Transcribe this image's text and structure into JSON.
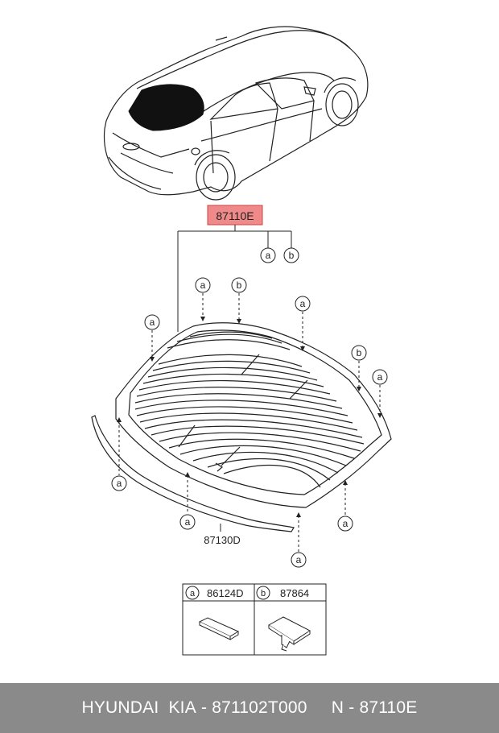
{
  "main_part": {
    "code": "87110E",
    "highlight_color": "#f08a8a"
  },
  "moulding": {
    "code": "87130D"
  },
  "callouts": {
    "a": "a",
    "b": "b"
  },
  "legend": {
    "a": {
      "letter": "a",
      "code": "86124D"
    },
    "b": {
      "letter": "b",
      "code": "87864"
    }
  },
  "footer": {
    "brand": "HYUNDAI",
    "make": "KIA",
    "dash1": "-",
    "part_number": "871102T000",
    "n": "N",
    "dash2": "-",
    "oem_code": "87110E",
    "background": "#8a8a8a"
  }
}
